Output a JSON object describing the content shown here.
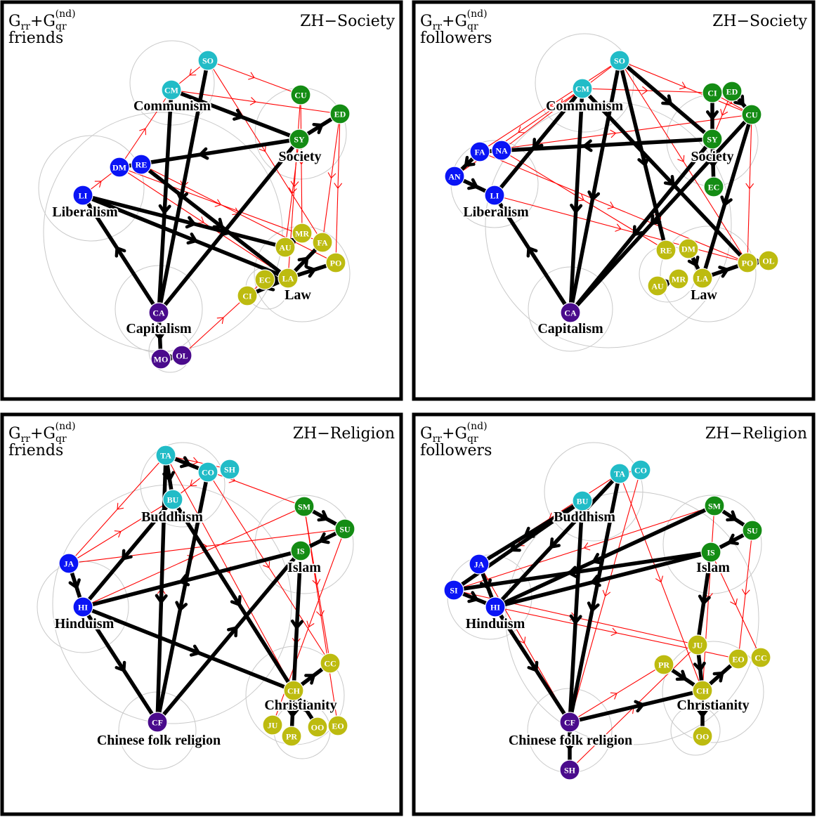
{
  "colors": {
    "cyan": "#22bcc7",
    "green": "#148c14",
    "blue": "#0a14f5",
    "purple": "#4a0b8c",
    "olive": "#bdbb10",
    "black_edge": "#000000",
    "red_edge": "#ff0000"
  },
  "panels": [
    {
      "formula": {
        "g1": "G",
        "s1": "rr",
        "plus": "+G",
        "s2": "qr",
        "sup": "(nd)"
      },
      "network": "friends",
      "topic": "ZH−Society",
      "groups": [
        {
          "name": "Communism",
          "color": "cyan",
          "nodes": [
            {
              "id": "SO"
            },
            {
              "id": "CM"
            }
          ]
        },
        {
          "name": "Society",
          "color": "green",
          "nodes": [
            {
              "id": "CU"
            },
            {
              "id": "ED"
            },
            {
              "id": "SY"
            }
          ]
        },
        {
          "name": "Liberalism",
          "color": "blue",
          "nodes": [
            {
              "id": "DM"
            },
            {
              "id": "RE"
            },
            {
              "id": "LI"
            }
          ]
        },
        {
          "name": "Law",
          "color": "olive",
          "nodes": [
            {
              "id": "MR"
            },
            {
              "id": "FA"
            },
            {
              "id": "AU"
            },
            {
              "id": "PO"
            },
            {
              "id": "EC"
            },
            {
              "id": "LA"
            },
            {
              "id": "CI"
            }
          ]
        },
        {
          "name": "Capitalism",
          "color": "purple",
          "nodes": [
            {
              "id": "CA"
            },
            {
              "id": "MO"
            },
            {
              "id": "OL"
            }
          ]
        }
      ]
    },
    {
      "formula": {
        "g1": "G",
        "s1": "rr",
        "plus": "+G",
        "s2": "qr",
        "sup": "(nd)"
      },
      "network": "followers",
      "topic": "ZH−Society",
      "groups": [
        {
          "name": "Communism",
          "color": "cyan",
          "nodes": [
            {
              "id": "SO"
            },
            {
              "id": "CM"
            }
          ]
        },
        {
          "name": "Society",
          "color": "green",
          "nodes": [
            {
              "id": "CI"
            },
            {
              "id": "ED"
            },
            {
              "id": "CU"
            },
            {
              "id": "SY"
            },
            {
              "id": "EC"
            }
          ]
        },
        {
          "name": "Liberalism",
          "color": "blue",
          "nodes": [
            {
              "id": "FA"
            },
            {
              "id": "NA"
            },
            {
              "id": "AN"
            },
            {
              "id": "LI"
            }
          ]
        },
        {
          "name": "Law",
          "color": "olive",
          "nodes": [
            {
              "id": "RE"
            },
            {
              "id": "DM"
            },
            {
              "id": "PO"
            },
            {
              "id": "OL"
            },
            {
              "id": "AU"
            },
            {
              "id": "MR"
            },
            {
              "id": "LA"
            }
          ]
        },
        {
          "name": "Capitalism",
          "color": "purple",
          "nodes": [
            {
              "id": "CA"
            }
          ]
        }
      ]
    },
    {
      "formula": {
        "g1": "G",
        "s1": "rr",
        "plus": "+G",
        "s2": "qr",
        "sup": "(nd)"
      },
      "network": "friends",
      "topic": "ZH−Religion",
      "groups": [
        {
          "name": "Buddhism",
          "color": "cyan",
          "nodes": [
            {
              "id": "TA"
            },
            {
              "id": "CO"
            },
            {
              "id": "SH"
            },
            {
              "id": "BU"
            }
          ]
        },
        {
          "name": "Islam",
          "color": "green",
          "nodes": [
            {
              "id": "SM"
            },
            {
              "id": "SU"
            },
            {
              "id": "IS"
            }
          ]
        },
        {
          "name": "Hinduism",
          "color": "blue",
          "nodes": [
            {
              "id": "JA"
            },
            {
              "id": "HI"
            }
          ]
        },
        {
          "name": "Christianity",
          "color": "olive",
          "nodes": [
            {
              "id": "CC"
            },
            {
              "id": "CH"
            },
            {
              "id": "JU"
            },
            {
              "id": "PR"
            },
            {
              "id": "OO"
            },
            {
              "id": "EO"
            }
          ]
        },
        {
          "name": "Chinese folk religion",
          "color": "purple",
          "nodes": [
            {
              "id": "CF"
            }
          ]
        }
      ]
    },
    {
      "formula": {
        "g1": "G",
        "s1": "rr",
        "plus": "+G",
        "s2": "qr",
        "sup": "(nd)"
      },
      "network": "followers",
      "topic": "ZH−Religion",
      "groups": [
        {
          "name": "Buddhism",
          "color": "cyan",
          "nodes": [
            {
              "id": "TA"
            },
            {
              "id": "CO"
            },
            {
              "id": "BU"
            }
          ]
        },
        {
          "name": "Islam",
          "color": "green",
          "nodes": [
            {
              "id": "SM"
            },
            {
              "id": "SU"
            },
            {
              "id": "IS"
            }
          ]
        },
        {
          "name": "Hinduism",
          "color": "blue",
          "nodes": [
            {
              "id": "JA"
            },
            {
              "id": "SI"
            },
            {
              "id": "HI"
            }
          ]
        },
        {
          "name": "Christianity",
          "color": "olive",
          "nodes": [
            {
              "id": "JU"
            },
            {
              "id": "PR"
            },
            {
              "id": "EO"
            },
            {
              "id": "CC"
            },
            {
              "id": "CH"
            },
            {
              "id": "OO"
            }
          ]
        },
        {
          "name": "Chinese folk religion",
          "color": "purple",
          "nodes": [
            {
              "id": "CF"
            },
            {
              "id": "SH"
            }
          ]
        }
      ]
    }
  ]
}
